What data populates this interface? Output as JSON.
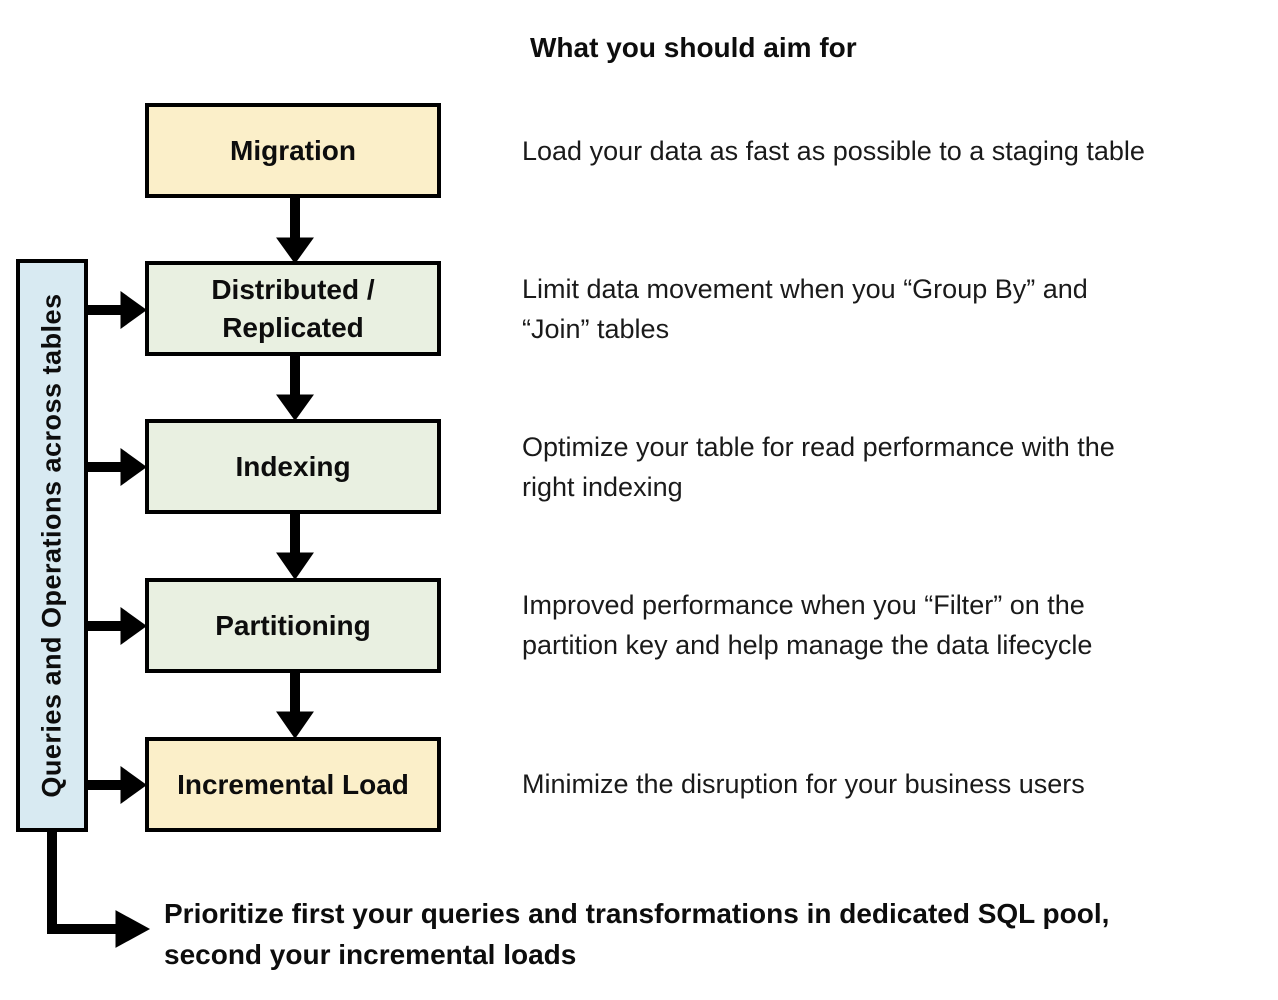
{
  "title": "What you should aim for",
  "sidebar": {
    "label": "Queries and Operations across tables"
  },
  "steps": [
    {
      "label": "Migration",
      "fill": "#FBEFC9",
      "description": "Load your data as fast as possible to a staging table"
    },
    {
      "label": "Distributed /\nReplicated",
      "fill": "#E9F0E1",
      "description": "Limit data movement when you “Group By” and\n“Join” tables"
    },
    {
      "label": "Indexing",
      "fill": "#E9F0E1",
      "description": "Optimize your table for read performance with the\nright indexing"
    },
    {
      "label": "Partitioning",
      "fill": "#E9F0E1",
      "description": "Improved performance when you “Filter” on the\npartition key and help manage the data lifecycle"
    },
    {
      "label": "Incremental Load",
      "fill": "#FBEFC9",
      "description": "Minimize the disruption for your business users"
    }
  ],
  "footer": {
    "note": "Prioritize first your queries and transformations in dedicated SQL pool,\nsecond your incremental loads"
  },
  "colors": {
    "sidebar_fill": "#D8EAF2",
    "step_fill_yellow": "#FBEFC9",
    "step_fill_green": "#E9F0E1",
    "box_border": "#000000",
    "arrow": "#000000"
  }
}
